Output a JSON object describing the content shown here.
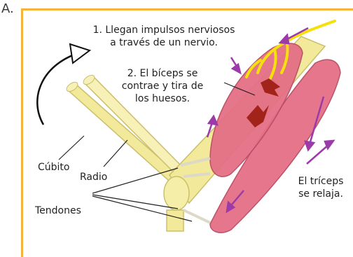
{
  "panel_label": "A.",
  "step1_line1": "1. Llegan impulsos nerviosos",
  "step1_line2": "a través de un nervio.",
  "step2_line1": "2. El bíceps se",
  "step2_line2": "contrae y tira de",
  "step2_line3": "los huesos.",
  "label_cubito": "Cúbito",
  "label_radio": "Radio",
  "label_tendones": "Tendones",
  "triceps_line1": "El tríceps",
  "triceps_line2": "se relaja.",
  "colors": {
    "frame": "#f4b43c",
    "bone": "#f2e99a",
    "muscle": "#e46f86",
    "nerve": "#f5e10a",
    "arrow_purple": "#9b3aa8",
    "arrow_red": "#a2231a"
  }
}
